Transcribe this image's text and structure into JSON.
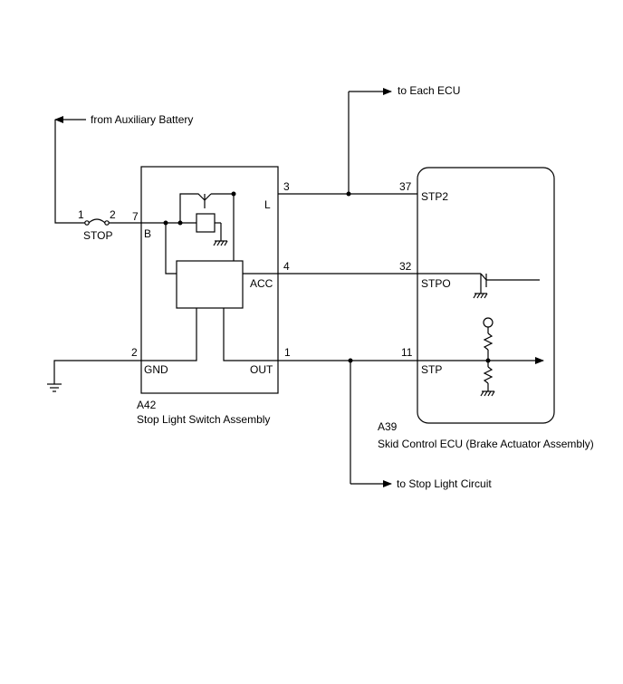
{
  "refs": {
    "aux_battery": "from Auxiliary Battery",
    "each_ecu": "to Each ECU",
    "stop_light_circuit": "to Stop Light Circuit"
  },
  "fuse": {
    "pin1": "1",
    "pin2": "2",
    "name": "STOP"
  },
  "switch_assembly": {
    "code": "A42",
    "name": "Stop Light Switch Assembly",
    "pins": {
      "b": "7",
      "l": "3",
      "acc": "4",
      "gnd": "2",
      "out": "1"
    },
    "terminals": {
      "b": "B",
      "l": "L",
      "acc": "ACC",
      "gnd": "GND",
      "out": "OUT"
    }
  },
  "ecu": {
    "code": "A39",
    "name": "Skid Control ECU (Brake Actuator Assembly)",
    "pins": {
      "stp2": "37",
      "stpo": "32",
      "stp": "11"
    },
    "terminals": {
      "stp2": "STP2",
      "stpo": "STPO",
      "stp": "STP"
    }
  },
  "icons": [
    "arrow-icon",
    "ground-icon",
    "fuse-icon",
    "relay-icon",
    "transistor-icon",
    "resistor-icon",
    "chassis-ground-icon"
  ]
}
